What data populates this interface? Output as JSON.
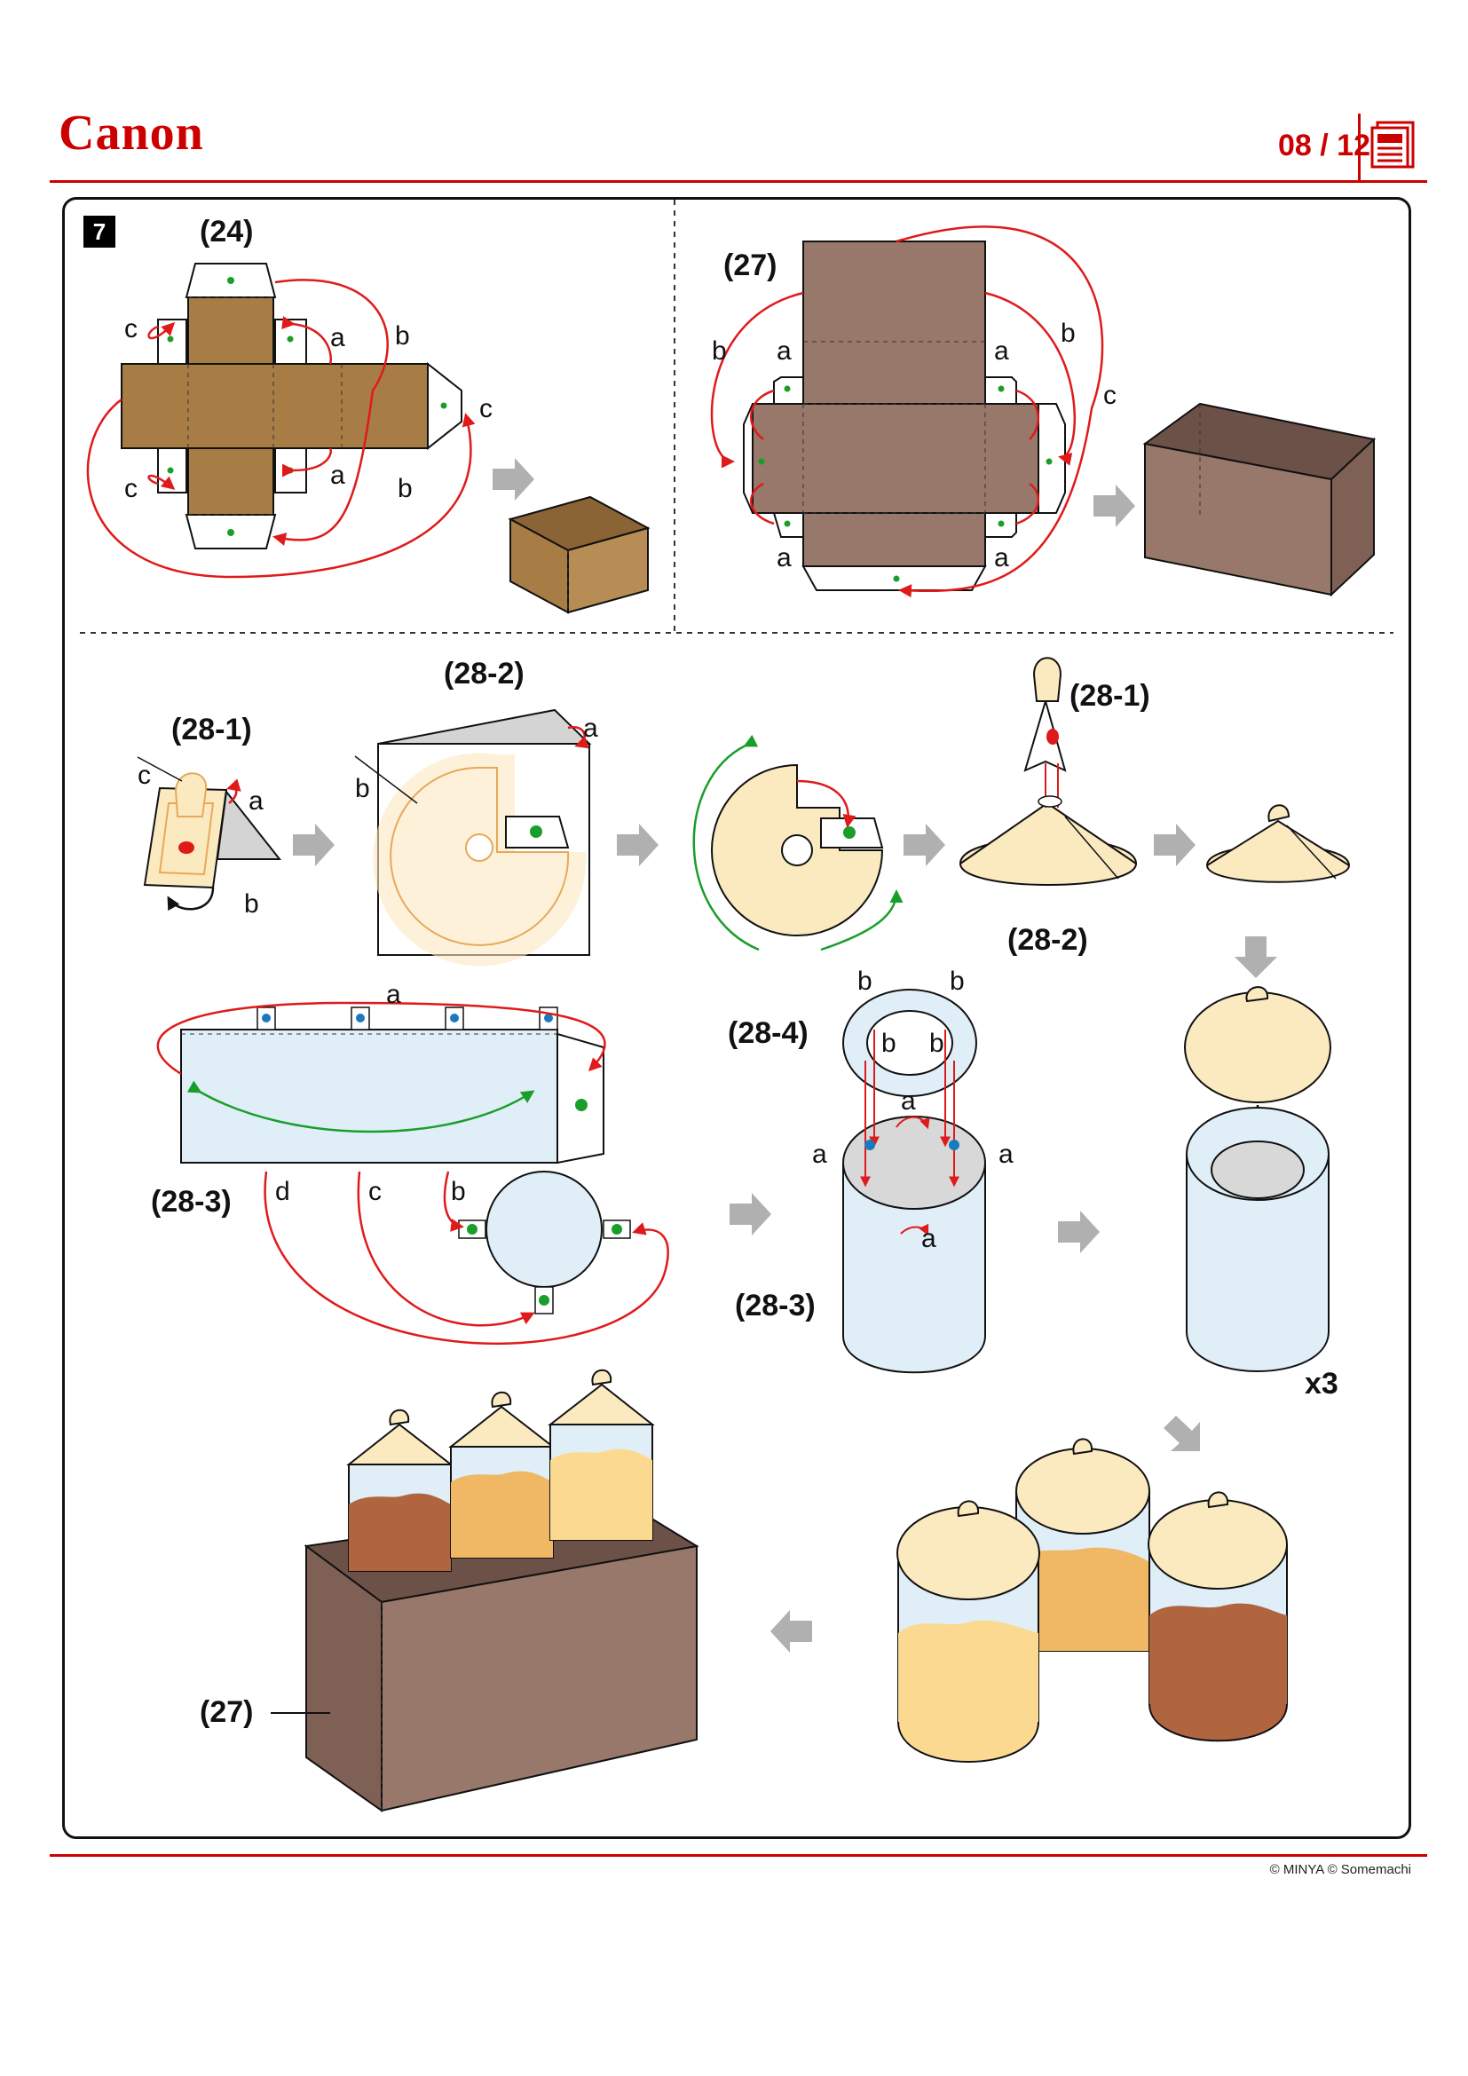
{
  "header": {
    "logo_text": "Canon",
    "page_indicator": "08 / 12",
    "icon": "document-icon",
    "brand_color": "#cc0000"
  },
  "step": {
    "number": "7"
  },
  "parts": {
    "p24": "(24)",
    "p27": "(27)",
    "p28_1": "(28-1)",
    "p28_2": "(28-2)",
    "p28_3": "(28-3)",
    "p28_4": "(28-4)"
  },
  "letters": {
    "a": "a",
    "b": "b",
    "c": "c",
    "d": "d"
  },
  "multiplier": "x3",
  "footer": {
    "copyright": "© MINYA  © Somemachi"
  },
  "colors": {
    "brown_light": "#a87d45",
    "brown_dark": "#98786a",
    "cream": "#fbeac0",
    "light_blue": "#e0eef8",
    "arrow_red": "#e01a1a",
    "arrow_green": "#1a9e2a",
    "arrow_gray": "#b0b0b0"
  }
}
